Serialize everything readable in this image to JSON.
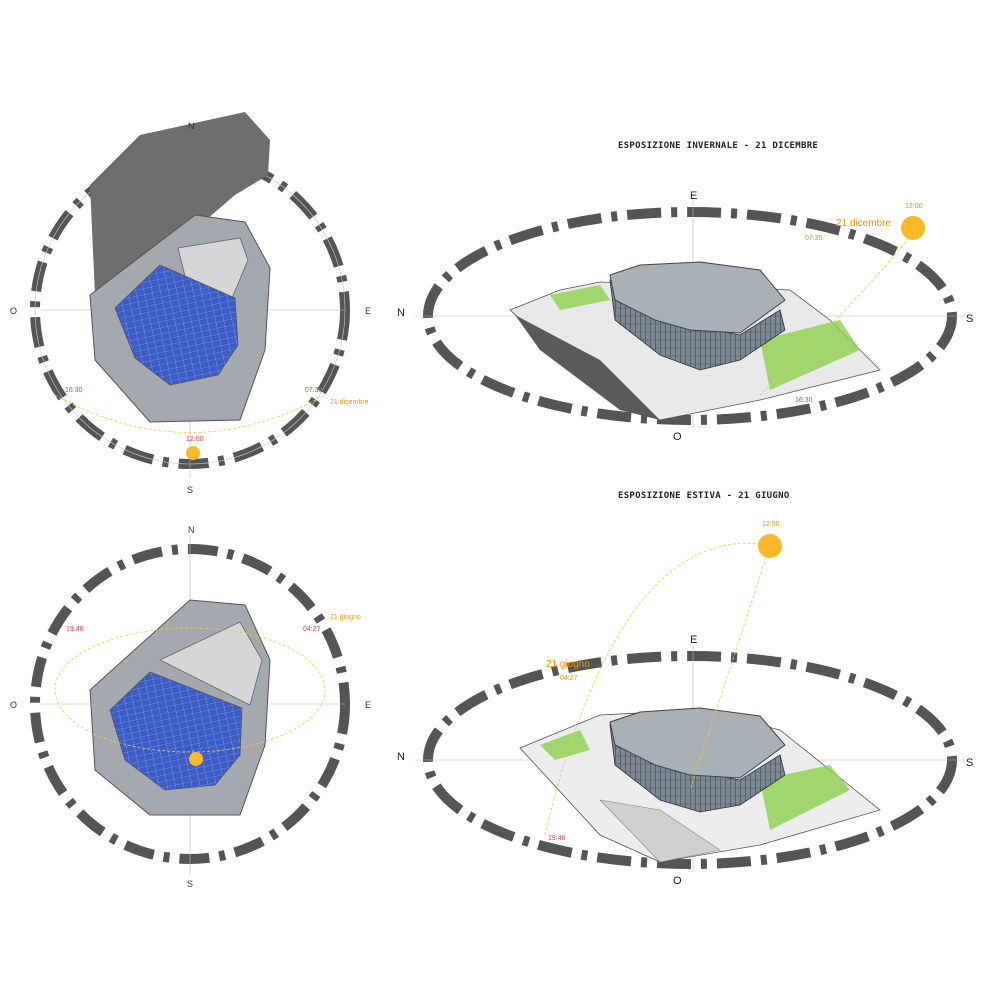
{
  "panels": {
    "winter_plan": {
      "cardinals": {
        "n": "N",
        "s": "S",
        "e": "E",
        "w": "O"
      },
      "time_morning": "07:35",
      "time_evening": "16:30",
      "time_noon": "12:00",
      "date": "21 dicembre"
    },
    "winter_axo": {
      "title": "ESPOSIZIONE INVERNALE - 21 DICEMBRE",
      "cardinals": {
        "n": "N",
        "s": "S",
        "e": "E",
        "w": "O"
      },
      "time_morning": "07:35",
      "time_evening": "16:30",
      "time_noon": "12:00",
      "date": "21 dicembre"
    },
    "summer_plan": {
      "cardinals": {
        "n": "N",
        "s": "S",
        "e": "E",
        "w": "O"
      },
      "time_morning": "04:27",
      "time_evening": "19:46",
      "date": "21 giugno"
    },
    "summer_axo": {
      "title": "ESPOSIZIONE ESTIVA - 21 GIUGNO",
      "cardinals": {
        "n": "N",
        "s": "S",
        "e": "E",
        "w": "O"
      },
      "time_morning": "04:27",
      "time_evening": "19:46",
      "time_noon": "12:00",
      "date": "21 giugno"
    }
  },
  "colors": {
    "sun": "#fbb829",
    "sun_path": "#f5c542",
    "solar_panel": "#3c5dc8",
    "roof": "#d6d6d6",
    "wall": "#a9b0b6",
    "shadow": "#6b6b6b",
    "ring_dark": "#555555",
    "grass": "#8fd14f"
  }
}
